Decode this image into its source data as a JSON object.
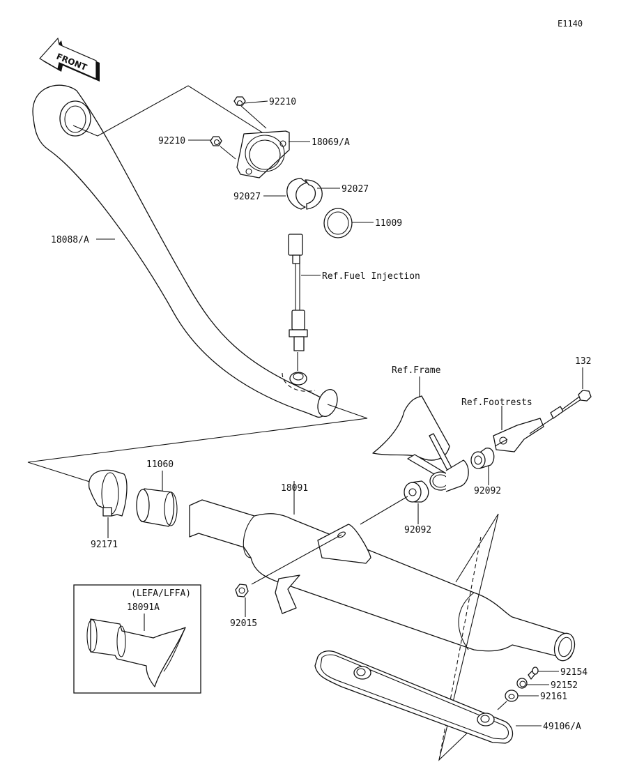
{
  "diagram": {
    "code": "E1140",
    "front_arrow": "FRONT",
    "parts": [
      {
        "id": "p92210a",
        "number": "92210",
        "description": "Nut (upper)"
      },
      {
        "id": "p92210b",
        "number": "92210",
        "description": "Nut (left)"
      },
      {
        "id": "p18069",
        "number": "18069/A",
        "description": "Exhaust flange"
      },
      {
        "id": "p92027a",
        "number": "92027",
        "description": "Collar half (left)"
      },
      {
        "id": "p92027b",
        "number": "92027",
        "description": "Collar half (right)"
      },
      {
        "id": "p11009",
        "number": "11009",
        "description": "Gasket"
      },
      {
        "id": "p18088",
        "number": "18088/A",
        "description": "Exhaust pipe"
      },
      {
        "id": "p132",
        "number": "132",
        "description": "Bolt"
      },
      {
        "id": "p11060",
        "number": "11060",
        "description": "Gasket (pipe joint)"
      },
      {
        "id": "p18091",
        "number": "18091",
        "description": "Muffler"
      },
      {
        "id": "p92092a",
        "number": "92092",
        "description": "Bushing (right)"
      },
      {
        "id": "p92092b",
        "number": "92092",
        "description": "Bushing (left)"
      },
      {
        "id": "p92171",
        "number": "92171",
        "description": "Clamp"
      },
      {
        "id": "p92015",
        "number": "92015",
        "description": "Nut"
      },
      {
        "id": "p18091A",
        "number": "18091A",
        "description": "Muffler (variant)"
      },
      {
        "id": "p92154",
        "number": "92154",
        "description": "Bolt"
      },
      {
        "id": "p92152",
        "number": "92152",
        "description": "Collar"
      },
      {
        "id": "p92161",
        "number": "92161",
        "description": "Damper"
      },
      {
        "id": "p49106",
        "number": "49106/A",
        "description": "Heat guard"
      }
    ],
    "references": {
      "fuel_injection": "Ref.Fuel Injection",
      "frame": "Ref.Frame",
      "footrests": "Ref.Footrests"
    },
    "inset": {
      "variant": "(LEFA/LFFA)"
    }
  }
}
